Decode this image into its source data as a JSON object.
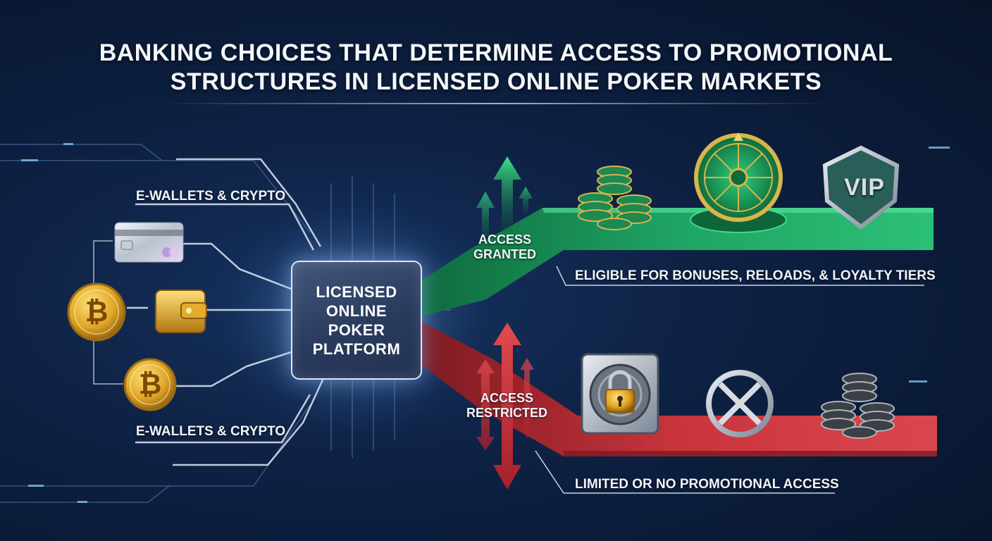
{
  "title": {
    "line1": "BANKING CHOICES THAT DETERMINE ACCESS TO PROMOTIONAL",
    "line2": "STRUCTURES IN LICENSED ONLINE POKER MARKETS"
  },
  "inputs": {
    "top_label": "E-WALLETS & CRYPTO",
    "bottom_label": "E-WALLETS & CRYPTO"
  },
  "platform": {
    "label": "LICENSED\nONLINE\nPOKER\nPLATFORM"
  },
  "granted": {
    "line1": "ACCESS",
    "line2": "GRANTED",
    "description": "ELIGIBLE FOR BONUSES, RELOADS, & LOYALTY TIERS",
    "badge_text": "VIP"
  },
  "restricted": {
    "line1": "ACCESS",
    "line2": "RESTRICTED",
    "description": "LIMITED OR NO PROMOTIONAL ACCESS"
  },
  "icons": {
    "bitcoin_glyph": "₿",
    "items": [
      "credit-card-icon",
      "bitcoin-icon",
      "wallet-icon",
      "chip-stack-icon",
      "prize-wheel-icon",
      "vip-shield-icon",
      "vault-lock-icon",
      "blocked-icon"
    ]
  },
  "colors": {
    "granted": "#1fa463",
    "restricted": "#c9343c",
    "gold": "#e0a526",
    "background": "#0f2347"
  }
}
